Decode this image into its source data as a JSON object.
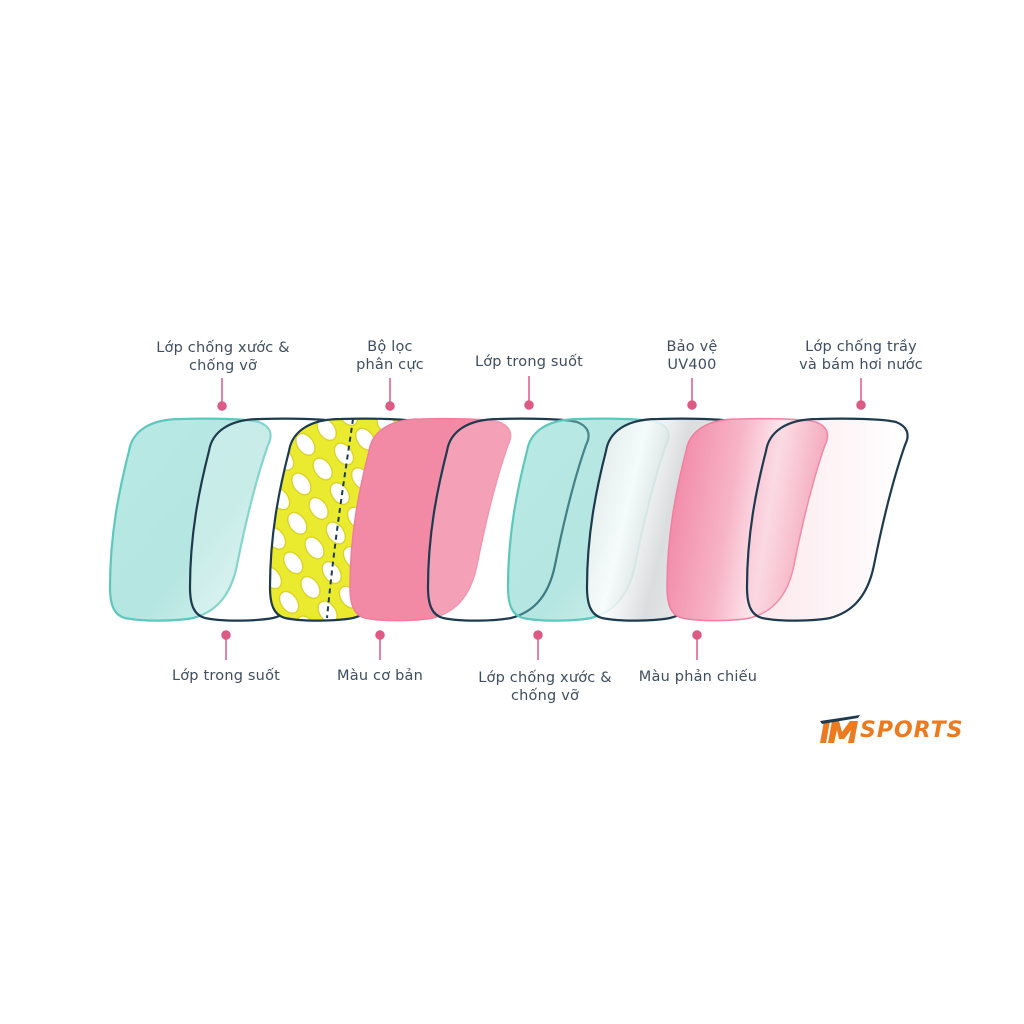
{
  "colors": {
    "teal": "#5ec7bd",
    "navy": "#1d3a4e",
    "yellow": "#eaea2e",
    "pink": "#f28aa6",
    "accent": "#dc5a83",
    "brand_orange": "#ec7a1e",
    "label": "#3f4d5e"
  },
  "labels_top": [
    {
      "id": "top-1",
      "text": "Lớp chống xước &\nchống vỡ"
    },
    {
      "id": "top-2",
      "text": "Bộ lọc\nphân cực"
    },
    {
      "id": "top-3",
      "text": "Lớp trong suốt"
    },
    {
      "id": "top-4",
      "text": "Bảo vệ\nUV400"
    },
    {
      "id": "top-5",
      "text": "Lớp chống trầy\nvà bám hơi nước"
    }
  ],
  "labels_bottom": [
    {
      "id": "bottom-1",
      "text": "Lớp trong suốt"
    },
    {
      "id": "bottom-2",
      "text": "Màu cơ bản"
    },
    {
      "id": "bottom-3",
      "text": "Lớp chống xước &\nchống vỡ"
    },
    {
      "id": "bottom-4",
      "text": "Màu phản chiếu"
    }
  ],
  "layers": [
    {
      "name": "scratch-resistant-layer",
      "fill": "teal"
    },
    {
      "name": "clear-layer",
      "fill": "clear"
    },
    {
      "name": "polarizing-filter",
      "fill": "yellow-pattern"
    },
    {
      "name": "base-color-layer",
      "fill": "pink"
    },
    {
      "name": "clear-layer",
      "fill": "clear"
    },
    {
      "name": "scratch-resistant-layer",
      "fill": "teal"
    },
    {
      "name": "uv400-layer",
      "fill": "silver"
    },
    {
      "name": "mirror-color-layer",
      "fill": "pink-gradient"
    },
    {
      "name": "anti-fog-layer",
      "fill": "clear"
    }
  ],
  "logo": {
    "mark": "IM",
    "text": "SPORTS"
  }
}
